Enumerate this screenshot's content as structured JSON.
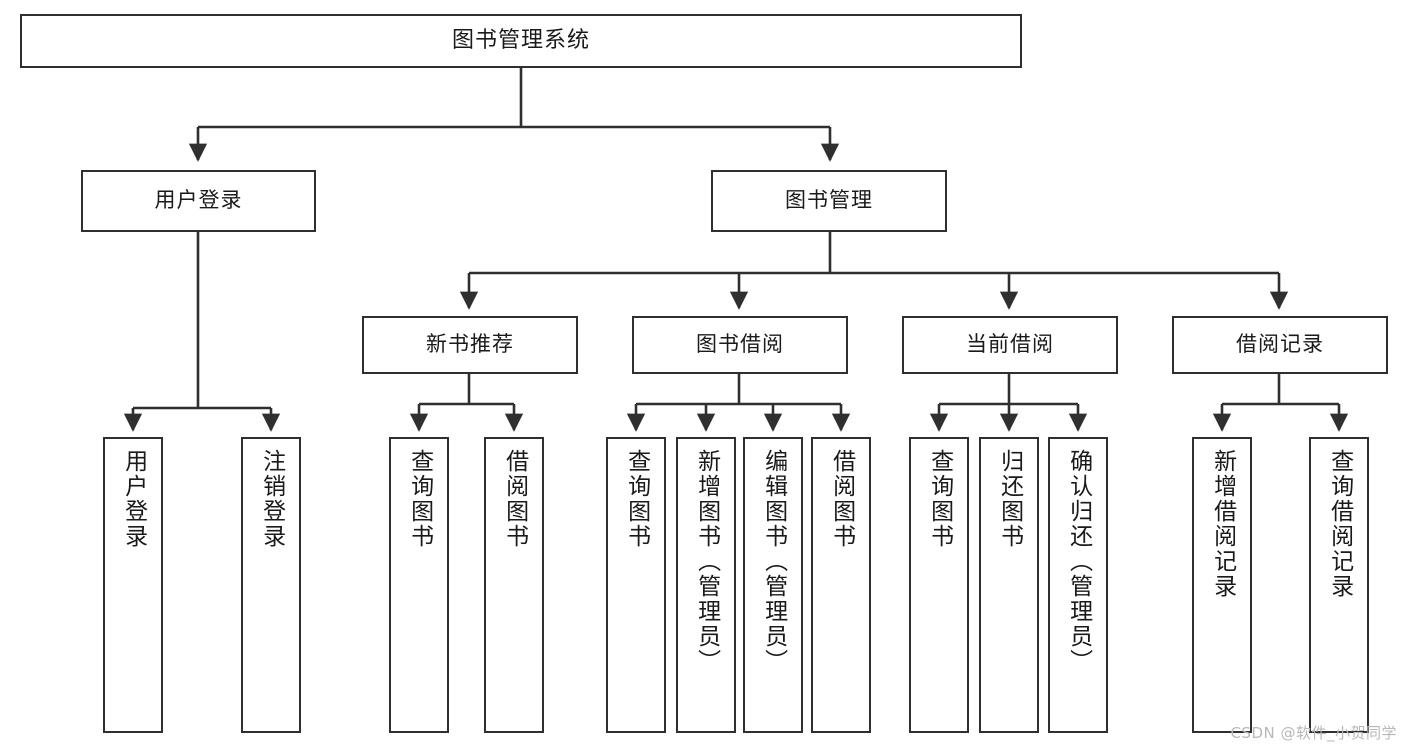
{
  "diagram": {
    "title": "图书管理系统",
    "type": "tree-structure-chart",
    "colors": {
      "node_border": "#2f2f2f",
      "node_fill": "#ffffff",
      "connector": "#2f2f2f",
      "text": "#1a1a1a",
      "watermark": "#b8b8b8",
      "background": "#ffffff"
    },
    "root": {
      "label": "图书管理系统"
    },
    "level2": [
      {
        "label": "用户登录"
      },
      {
        "label": "图书管理"
      }
    ],
    "level3": [
      {
        "label": "新书推荐"
      },
      {
        "label": "图书借阅"
      },
      {
        "label": "当前借阅"
      },
      {
        "label": "借阅记录"
      }
    ],
    "leaves": {
      "user_login": [
        {
          "label": "用户登录"
        },
        {
          "label": "注销登录"
        }
      ],
      "new_book": [
        {
          "label": "查询图书"
        },
        {
          "label": "借阅图书"
        }
      ],
      "borrow_book": [
        {
          "label": "查询图书"
        },
        {
          "label": "新增图书（管理员）"
        },
        {
          "label": "编辑图书（管理员）"
        },
        {
          "label": "借阅图书"
        }
      ],
      "current_borrow": [
        {
          "label": "查询图书"
        },
        {
          "label": "归还图书"
        },
        {
          "label": "确认归还（管理员）"
        }
      ],
      "borrow_record": [
        {
          "label": "新增借阅记录"
        },
        {
          "label": "查询借阅记录"
        }
      ]
    },
    "watermark": "CSDN @软件_小贺同学"
  }
}
